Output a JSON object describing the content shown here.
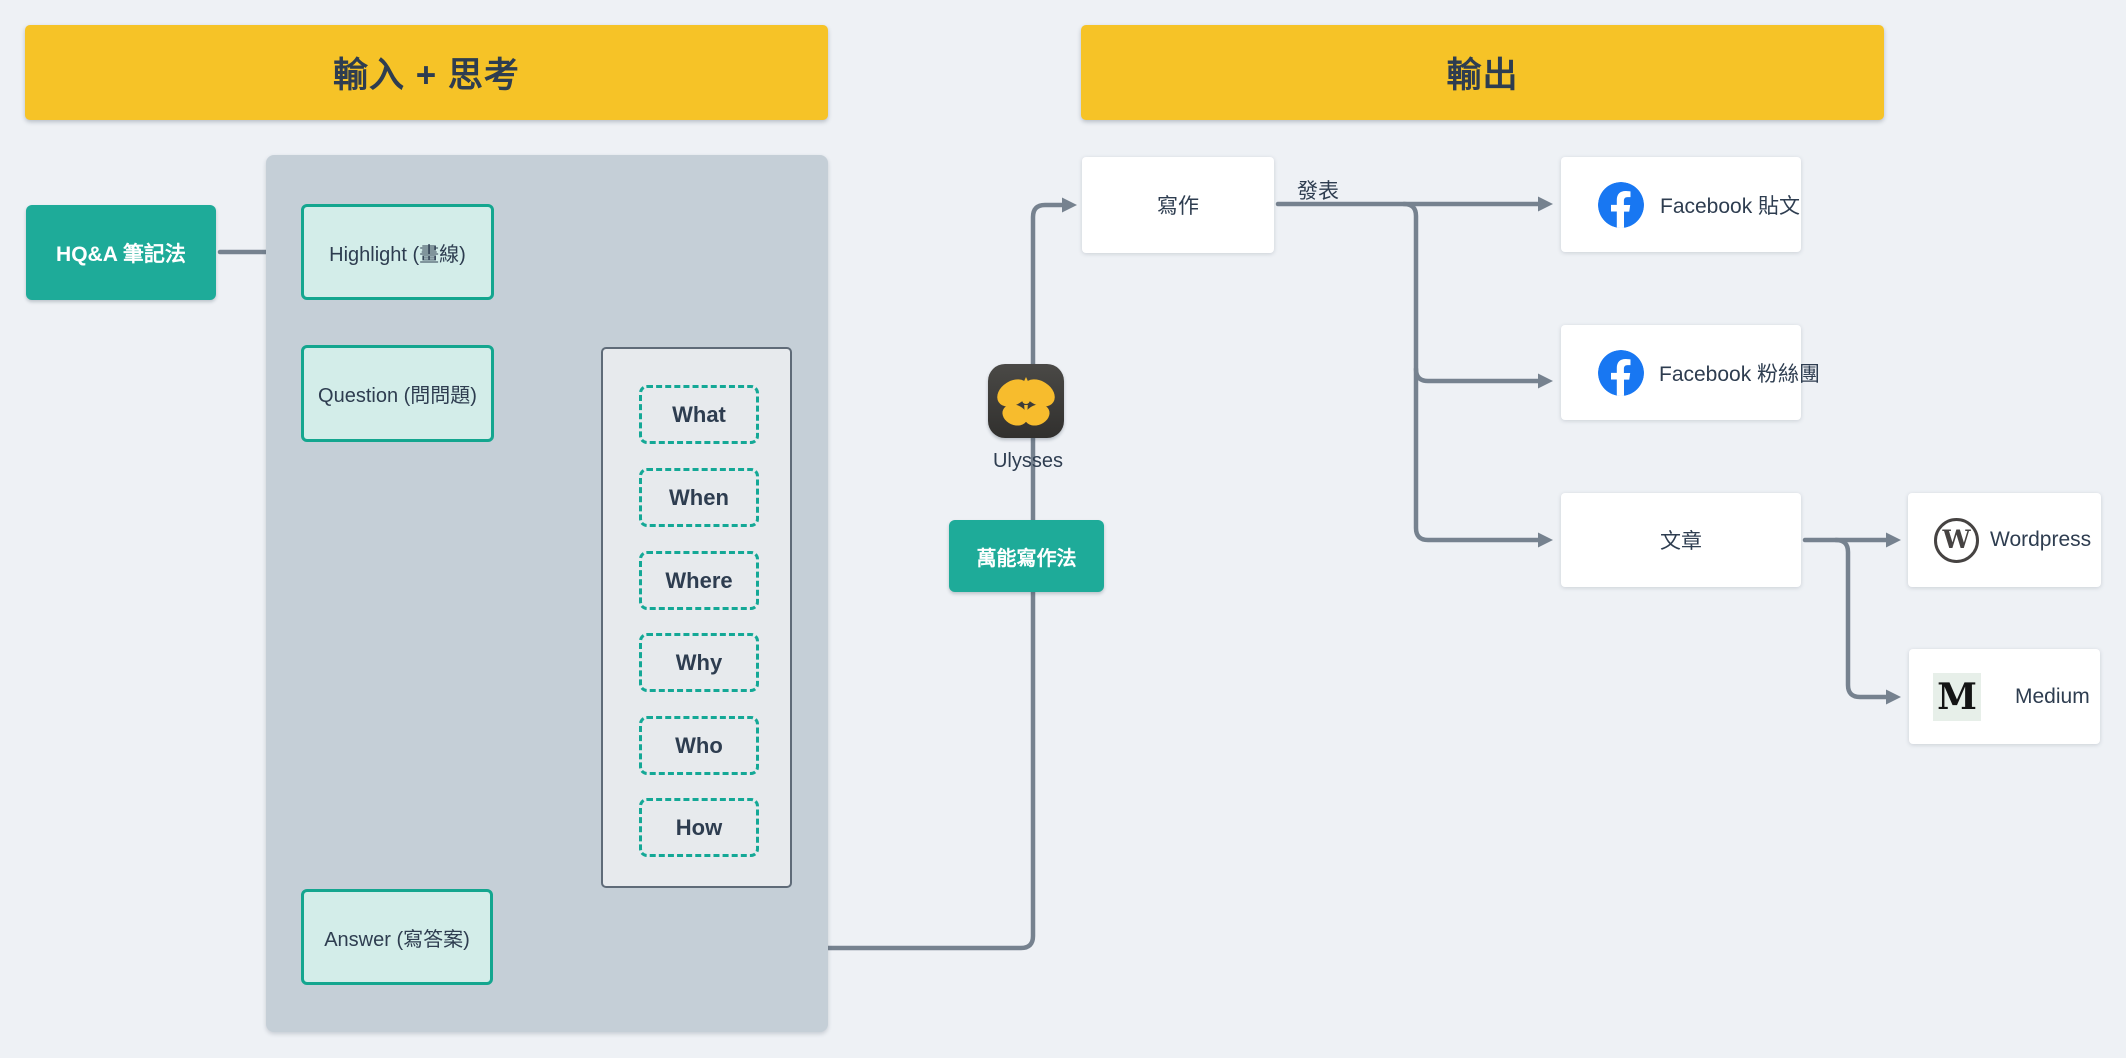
{
  "headers": {
    "input": "輸入 + 思考",
    "output": "輸出"
  },
  "left": {
    "hqa_method": "HQ&A 筆記法",
    "highlight": "Highlight (畫線)",
    "question": "Question (問問題)",
    "answer": "Answer (寫答案)",
    "questions": [
      "What",
      "When",
      "Where",
      "Why",
      "Who",
      "How"
    ]
  },
  "middle": {
    "ulysses_label": "Ulysses",
    "writing_method": "萬能寫作法",
    "writing": "寫作",
    "publish_label": "發表"
  },
  "right": {
    "fb_post": "Facebook 貼文",
    "fb_group": "Facebook 粉絲團",
    "article": "文章",
    "wordpress": "Wordpress",
    "medium": "Medium",
    "wordpress_icon_letter": "W",
    "medium_icon_letter": "M"
  },
  "icons": {
    "ulysses": "butterfly-app-icon",
    "facebook": "facebook-circle-f",
    "wordpress": "wordpress-ring-w",
    "medium": "medium-serif-m"
  },
  "colors": {
    "background": "#EEF1F5",
    "header_yellow": "#F6C327",
    "teal": "#1EAB99",
    "mint_fill": "#D3EDE9",
    "mint_border": "#14A68F",
    "gray_container": "#C5CFD7",
    "inner_container": "#E7EAED",
    "inner_border": "#5F6B78",
    "connector": "#76828F",
    "text_dark": "#2E3D50",
    "facebook_blue": "#1877F2"
  }
}
